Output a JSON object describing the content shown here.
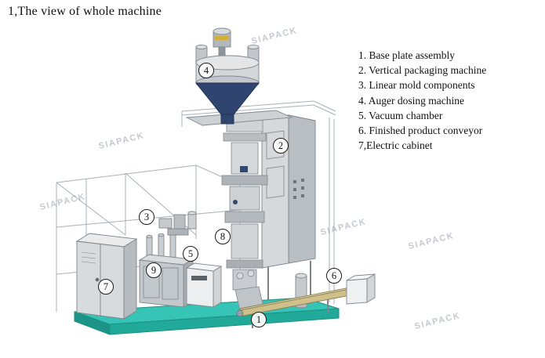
{
  "title": "1,The view of whole machine",
  "watermark": "SIAPACK",
  "legend": {
    "items": [
      "1. Base plate assembly",
      "2. Vertical packaging machine",
      "3. Linear mold components",
      "4. Auger dosing machine",
      "5. Vacuum chamber",
      "6. Finished product conveyor",
      "7,Electric cabinet"
    ]
  },
  "callouts": [
    "1",
    "2",
    "3",
    "4",
    "5",
    "6",
    "7",
    "8",
    "9"
  ],
  "colors": {
    "base_plate_teal": "#35c4b5",
    "base_plate_edge": "#1c9488",
    "funnel_navy": "#2f4570",
    "machine_gray": "#c9ccd0",
    "machine_gray_dark": "#a9adb2",
    "conveyor_tan": "#cfc08b",
    "frame_line": "#a8b0b8",
    "callout_stroke": "#1a1a1a"
  }
}
